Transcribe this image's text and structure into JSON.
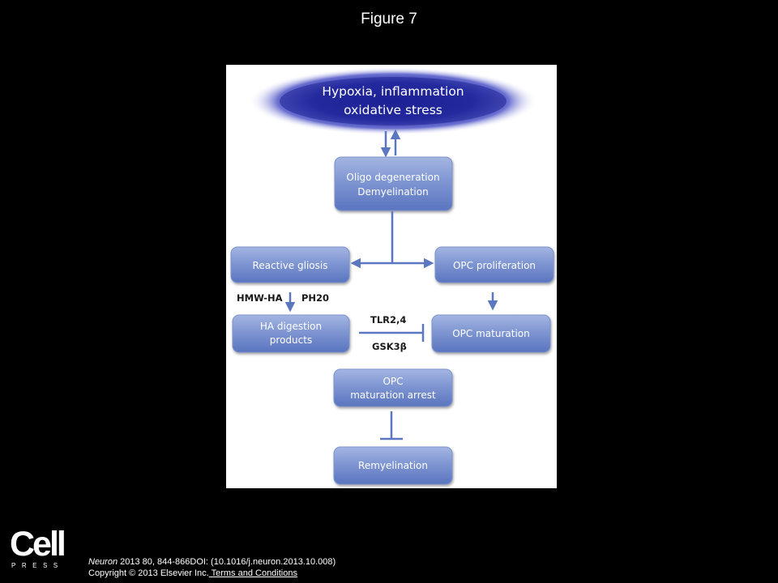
{
  "slide_title": "Figure 7",
  "diagram": {
    "top_ellipse": {
      "line1": "Hypoxia, inflammation",
      "line2": "oxidative stress"
    },
    "boxes": {
      "oligo": {
        "line1": "Oligo degeneration",
        "line2": "Demyelination"
      },
      "gliosis": {
        "line1": "Reactive gliosis"
      },
      "opc_prolif": {
        "line1": "OPC proliferation"
      },
      "ha_digestion": {
        "line1": "HA digestion",
        "line2": "products"
      },
      "opc_maturation": {
        "line1": "OPC maturation"
      },
      "arrest": {
        "line1": "OPC",
        "line2": "maturation arrest"
      },
      "remyelination": {
        "line1": "Remyelination"
      }
    },
    "labels": {
      "hmw_ha": "HMW-HA",
      "ph20": "PH20",
      "tlr": "TLR2,4",
      "gsk": "GSK3β"
    },
    "colors": {
      "box_fill_top": "#93a7db",
      "box_fill_bottom": "#5f78c0",
      "arrow": "#5a77c0",
      "ellipse_core": "#1b1f8f"
    }
  },
  "logo": {
    "word": "Cell",
    "subword": "PRESS"
  },
  "citation": {
    "journal": "Neuron",
    "ref": " 2013 80, 844-866DOI: (10.1016/j.neuron.2013.10.008)",
    "copyright": "Copyright © 2013 Elsevier Inc.",
    "link": " Terms and Conditions"
  }
}
